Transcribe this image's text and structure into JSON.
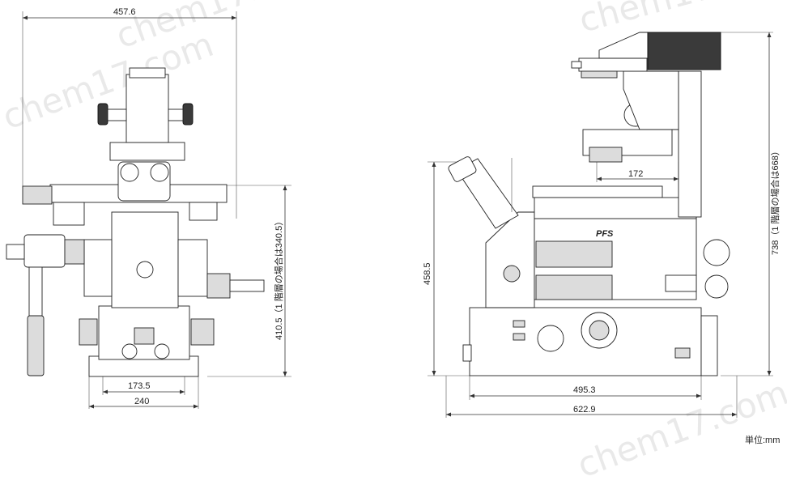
{
  "front_view": {
    "dim_width_top": "457.6",
    "dim_base_inner": "173.5",
    "dim_base_outer": "240",
    "dim_height": "410.5（1 階層の場合は340.5）"
  },
  "side_view": {
    "dim_depth_mid": "172",
    "dim_height_left": "458.5",
    "dim_height_right": "738（1 階層の場合は668）",
    "dim_depth_inner": "495.3",
    "dim_depth_outer": "622.9",
    "brand_mark": "PFS"
  },
  "unit_label": "単位:mm",
  "watermarks": [
    "chem17.com",
    "chem17.com",
    "chem17.com",
    "chem17.com"
  ]
}
